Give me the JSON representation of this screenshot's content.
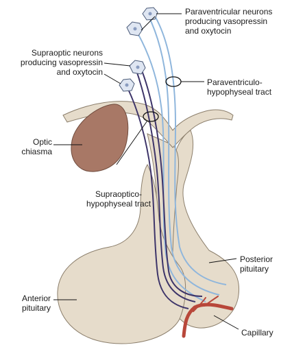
{
  "labels": {
    "paraventricular_neurons": "Paraventricular neurons\nproducing vasopressin\nand oxytocin",
    "supraoptic_neurons": "Supraoptic neurons\nproducing vasopressin\nand oxytocin",
    "paraventriculo_tract": "Paraventriculo-\nhypophyseal tract",
    "optic_chiasma": "Optic\nchiasma",
    "supraoptico_tract": "Supraoptico-\nhypophyseal tract",
    "posterior_pituitary": "Posterior\npituitary",
    "anterior_pituitary": "Anterior\npituitary",
    "capillary": "Capillary"
  },
  "colors": {
    "gland_fill": "#e6dccb",
    "gland_stroke": "#8a7d6a",
    "chiasma_fill": "#a87866",
    "paraventricular_axon": "#8fb6dc",
    "supraoptic_axon": "#3d3469",
    "capillary": "#b8473a",
    "neuron_fill": "#dfe6f2"
  }
}
